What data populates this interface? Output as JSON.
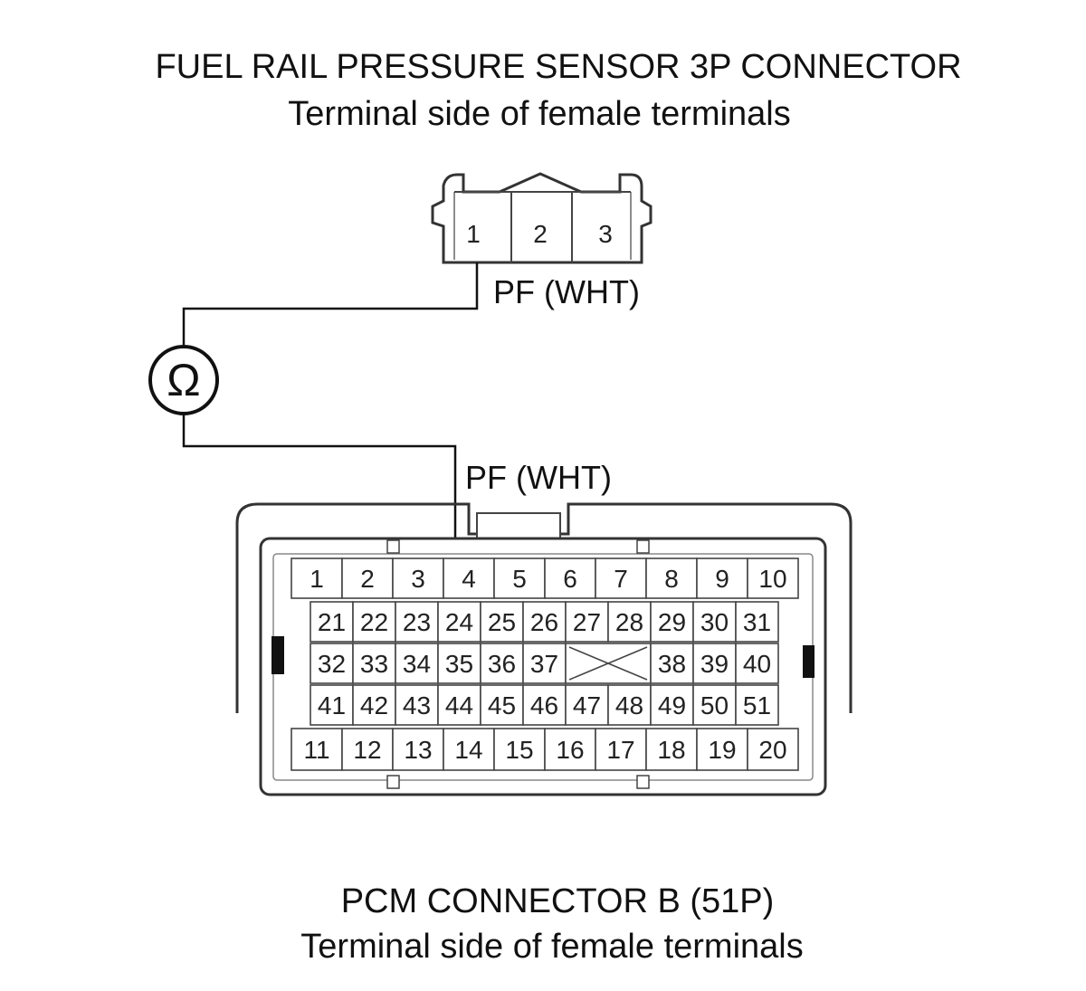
{
  "top_connector": {
    "title": "FUEL RAIL PRESSURE SENSOR 3P CONNECTOR",
    "subtitle": "Terminal side of female terminals",
    "pins": [
      "1",
      "2",
      "3"
    ],
    "wire_label": "PF (WHT)"
  },
  "meter": {
    "symbol": "Ω",
    "icon": "ohmmeter-icon"
  },
  "bottom_connector": {
    "title": "PCM CONNECTOR B (51P)",
    "subtitle": "Terminal side of female terminals",
    "wire_label": "PF (WHT)",
    "probed_pin": "35",
    "rows": [
      [
        "1",
        "2",
        "3",
        "4",
        "5",
        "6",
        "7",
        "8",
        "9",
        "10"
      ],
      [
        "21",
        "22",
        "23",
        "24",
        "25",
        "26",
        "27",
        "28",
        "29",
        "30",
        "31"
      ],
      [
        "32",
        "33",
        "34",
        "35",
        "36",
        "37",
        "38",
        "39",
        "40"
      ],
      [
        "41",
        "42",
        "43",
        "44",
        "45",
        "46",
        "47",
        "48",
        "49",
        "50",
        "51"
      ],
      [
        "11",
        "12",
        "13",
        "14",
        "15",
        "16",
        "17",
        "18",
        "19",
        "20"
      ]
    ],
    "blank_cavity": "X"
  },
  "colors": {
    "line": "#111111",
    "outline": "#333333"
  }
}
